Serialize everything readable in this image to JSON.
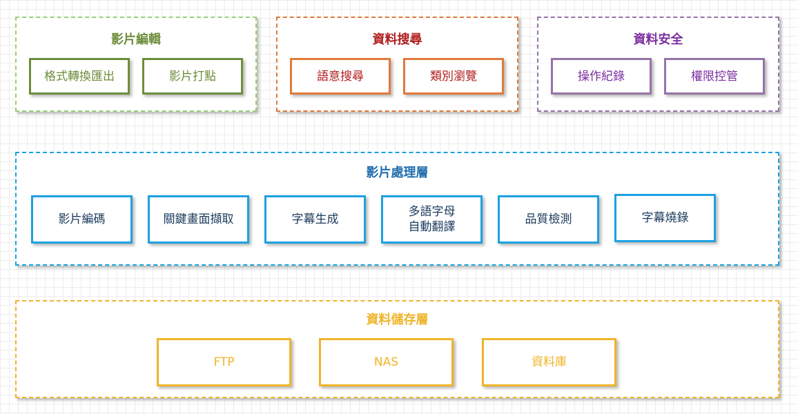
{
  "groups": {
    "video_edit": {
      "title": "影片編輯",
      "color": "#97d077",
      "items": [
        "格式轉換匯出",
        "影片打點"
      ]
    },
    "data_search": {
      "title": "資料搜尋",
      "color": "#e07a3a",
      "items": [
        "語意搜尋",
        "類別瀏覽"
      ]
    },
    "data_security": {
      "title": "資料安全",
      "color": "#9673a6",
      "items": [
        "操作紀錄",
        "權限控管"
      ]
    },
    "video_processing": {
      "title": "影片處理層",
      "color": "#1ba1e2",
      "items": [
        "影片編碼",
        "關鍵畫面擷取",
        "字幕生成",
        [
          "多語字母",
          "自動翻譯"
        ],
        "品質檢測",
        "字幕燒錄"
      ]
    },
    "data_storage": {
      "title": "資料儲存層",
      "color": "#f0b429",
      "items": [
        "FTP",
        "NAS",
        "資料庫"
      ]
    }
  }
}
